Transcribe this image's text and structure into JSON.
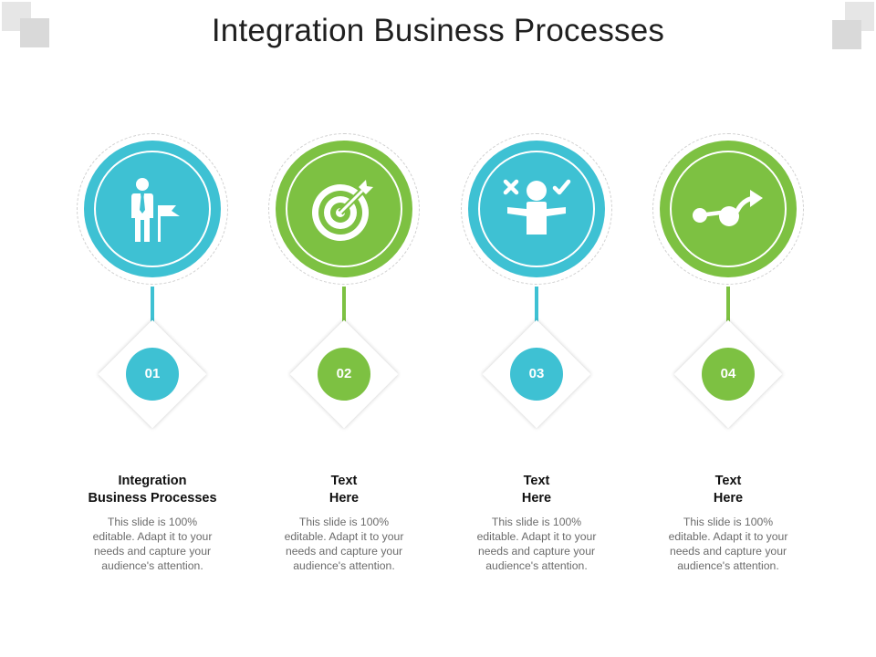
{
  "title": "Integration Business Processes",
  "colors": {
    "teal": "#3ec1d3",
    "green": "#7dc142",
    "corner": "#d9d9d9"
  },
  "steps": [
    {
      "number": "01",
      "icon": "businessman-flag-icon",
      "heading_line1": "Integration",
      "heading_line2": "Business Processes",
      "desc_line1": "This slide is 100%",
      "desc_line2": "editable. Adapt it to your",
      "desc_line3": "needs and capture your",
      "desc_line4": "audience's attention."
    },
    {
      "number": "02",
      "icon": "target-arrow-icon",
      "heading_line1": "Text",
      "heading_line2": "Here",
      "desc_line1": "This slide is 100%",
      "desc_line2": "editable. Adapt it to your",
      "desc_line3": "needs and capture your",
      "desc_line4": "audience's attention."
    },
    {
      "number": "03",
      "icon": "person-decision-icon",
      "heading_line1": "Text",
      "heading_line2": "Here",
      "desc_line1": "This slide is 100%",
      "desc_line2": "editable. Adapt it to your",
      "desc_line3": "needs and capture your",
      "desc_line4": "audience's attention."
    },
    {
      "number": "04",
      "icon": "path-arrow-icon",
      "heading_line1": "Text",
      "heading_line2": "Here",
      "desc_line1": "This slide is 100%",
      "desc_line2": "editable. Adapt it to your",
      "desc_line3": "needs and capture your",
      "desc_line4": "audience's attention."
    }
  ]
}
